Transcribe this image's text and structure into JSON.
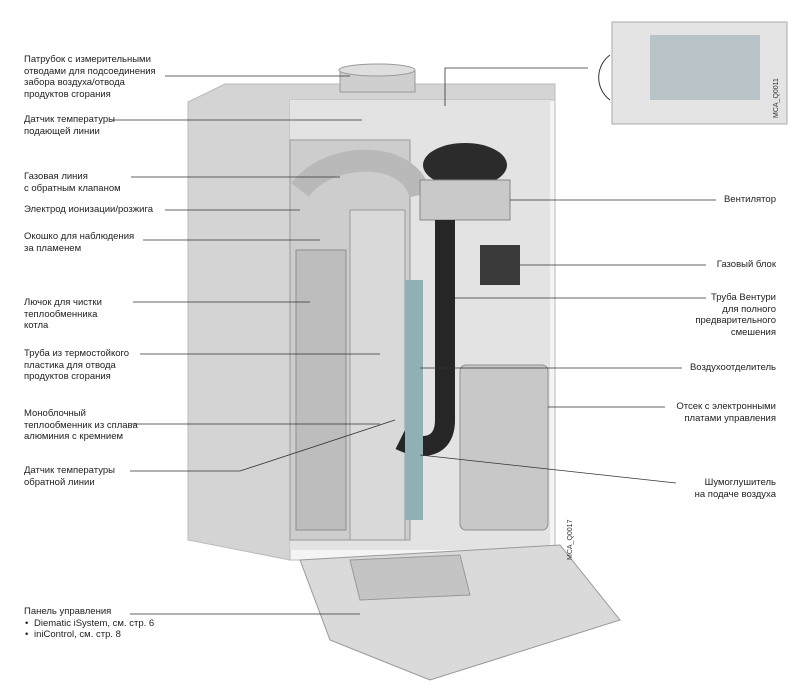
{
  "labels_left": [
    {
      "id": "flue-pipe",
      "text": "Патрубок с измерительными\nотводами для подсоединения\nзабора воздуха/отвода\nпродуктов сгорания"
    },
    {
      "id": "flow-temp-sensor",
      "text": "Датчик температуры\nподающей линии"
    },
    {
      "id": "gas-line",
      "text": "Газовая линия\nс обратным клапаном"
    },
    {
      "id": "ignition-electrode",
      "text": "Электрод ионизации/розжига"
    },
    {
      "id": "flame-window",
      "text": "Окошко для наблюдения\nза пламенем"
    },
    {
      "id": "cleaning-hatch",
      "text": "Лючок для чистки\nтеплообменника\nкотла"
    },
    {
      "id": "plastic-flue-pipe",
      "text": "Труба из термостойкого\nпластика для отвода\nпродуктов сгорания"
    },
    {
      "id": "heat-exchanger",
      "text": "Моноблочный\nтеплообменник из сплава\nалюминия с кремнием"
    },
    {
      "id": "return-temp-sensor",
      "text": "Датчик температуры\nобратной линии"
    }
  ],
  "labels_right": [
    {
      "id": "fan",
      "text": "Вентилятор"
    },
    {
      "id": "gas-valve",
      "text": "Газовый блок"
    },
    {
      "id": "venturi",
      "text": "Труба Вентури\nдля полного\nпредварительного\nсмешения"
    },
    {
      "id": "air-separator",
      "text": "Воздухоотделитель"
    },
    {
      "id": "electronics",
      "text": "Отсек с электронными\nплатами управления"
    },
    {
      "id": "silencer",
      "text": "Шумоглушитель\nна подаче воздуха"
    }
  ],
  "control_panel": {
    "title": "Панель управления",
    "items": [
      "Diematic iSystem, см. стр. 6",
      "iniControl, см. стр. 8"
    ]
  },
  "refs": {
    "main": "MCA_Q0017",
    "inset": "MCA_Q0011"
  },
  "colors": {
    "line": "#333333",
    "casing": "#e6e6e6",
    "dark": "#2b2b2b",
    "gas": "#c9a24a",
    "red": "#c0392b"
  }
}
